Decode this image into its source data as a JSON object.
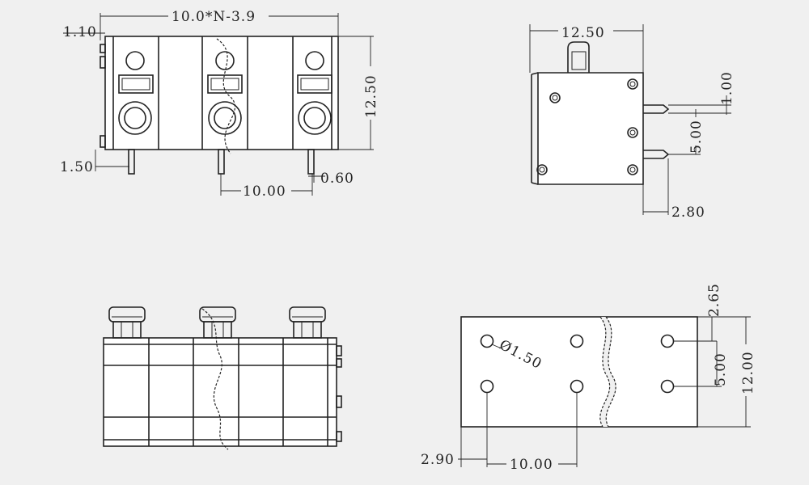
{
  "drawing": {
    "views": {
      "front": {
        "dim_total": "10.0*N-3.9",
        "dim_left_offset": "1.10",
        "dim_height": "12.50",
        "dim_pin_offset": "1.50",
        "dim_pitch": "10.00",
        "dim_pin_width": "0.60"
      },
      "side": {
        "dim_width": "12.50",
        "dim_pin_thickness": "1.00",
        "dim_pin_spacing": "5.00",
        "dim_pin_offset": "2.80"
      },
      "top": {},
      "pcb": {
        "dim_hole_dia": "Ø1.50",
        "dim_top_offset": "2.65",
        "dim_row_spacing": "5.00",
        "dim_height": "12.00",
        "dim_left_offset": "2.90",
        "dim_pitch": "10.00"
      }
    }
  }
}
